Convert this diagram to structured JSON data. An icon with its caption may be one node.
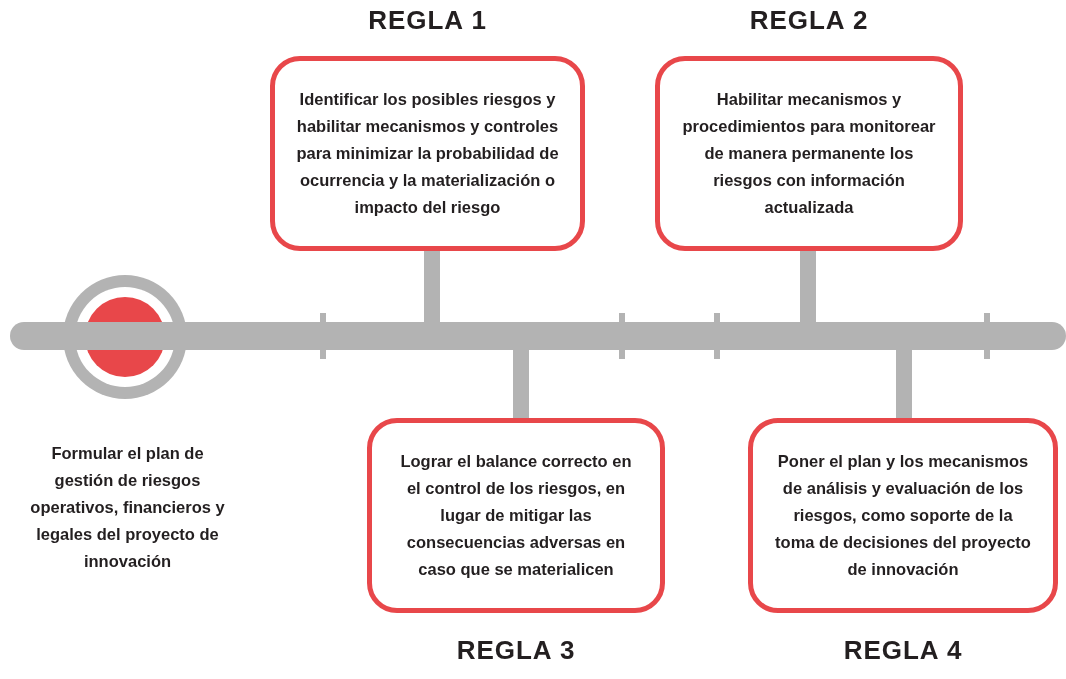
{
  "diagram": {
    "nodes": [
      {
        "text": [],
        "shape": "circle",
        "beside": [
          "Formular el plan de gestión de riesgos operativos, financieros y legales del proyecto de innovación"
        ]
      },
      {
        "text": [],
        "shape": "bar"
      },
      {
        "text": [
          "REGLA 1",
          "Identificar los posibles riesgos y habilitar mecanismos y controles para minimizar la probabilidad de ocurrencia y la materialización o impacto del riesgo"
        ]
      },
      {
        "text": [
          "REGLA 2",
          "Habilitar mecanismos y procedimientos para monitorear de manera permanente los riesgos con información actualizada"
        ]
      },
      {
        "text": [
          "Lograr el balance correcto en el control de los riesgos, en lugar de mitigar las consecuencias adversas en caso que se materialicen",
          "REGLA 3"
        ]
      },
      {
        "text": [
          "Poner el plan y los mecanismos de análisis y evaluación de los riesgos, como soporte de la toma de decisiones del proyecto de innovación",
          "REGLA 4"
        ]
      }
    ],
    "edges": [
      {
        "from": 1,
        "to": 2,
        "arrow": "none"
      },
      {
        "from": 1,
        "to": 3,
        "arrow": "none"
      },
      {
        "from": 1,
        "to": 4,
        "arrow": "none"
      },
      {
        "from": 1,
        "to": 5,
        "arrow": "none"
      }
    ]
  }
}
